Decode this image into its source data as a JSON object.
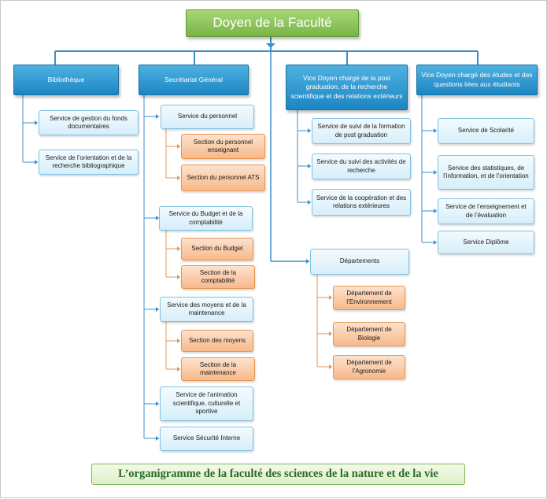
{
  "colors": {
    "root_green": "#79b447",
    "head_blue": "#1c86c3",
    "connector": "#3d8fc8",
    "service_fill": "#d7eef9",
    "section_fill": "#f7b98a",
    "caption_text": "#2a6a2a"
  },
  "root": "Doyen de la Faculté",
  "heads": {
    "bibliotheque": "Bibliothèque",
    "secretariat": "Secrétariat Général",
    "vd_post": "Vice Doyen chargé de la post graduation, de la recherche scientifique et des relations extérieurs",
    "vd_etudes": "Vice Doyen chargé des études et des questions liées aux étudiants"
  },
  "bibliotheque_services": {
    "fonds": "Service de gestion du fonds documentaires",
    "orientation": "Service de l’orientation et de la recherche bibliographique"
  },
  "secretariat_services": {
    "personnel": "Service du personnel",
    "section_enseignant": "Section du personnel enseignant",
    "section_ats": "Section du personnel ATS",
    "budget": "Service du Budget et de la comptabilité",
    "section_budget": "Section du Budget",
    "section_comptabilite": "Section de la comptabilité",
    "moyens": "Service des moyens et de la maintenance",
    "section_moyens": "Section des moyens",
    "section_maintenance": "Section de la maintenance",
    "animation": "Service de l’animation scientifique, culturelle et sportive",
    "securite": "Service Sécurité Interne"
  },
  "post_services": {
    "suivi_post": "Service de suivi de la formation de post graduation",
    "suivi_recherche": "Service du suivi des activités de recherche",
    "cooperation": "Service de la coopération et des relations extérieures"
  },
  "departements": {
    "title": "Départements",
    "environnement": "Département de l’Environnement",
    "biologie": "Département de Biologie",
    "agronomie": "Département de l’Agronomie"
  },
  "etudes_services": {
    "scolarite": "Service de Scolarité",
    "statistiques": "Service des statistiques, de l’information, et de l’orientation",
    "enseignement": "Service de l’enseignement et de l’évaluation",
    "diplome": "Service Diplôme"
  },
  "caption": "L’organigramme de la faculté des sciences de la nature et de la vie"
}
